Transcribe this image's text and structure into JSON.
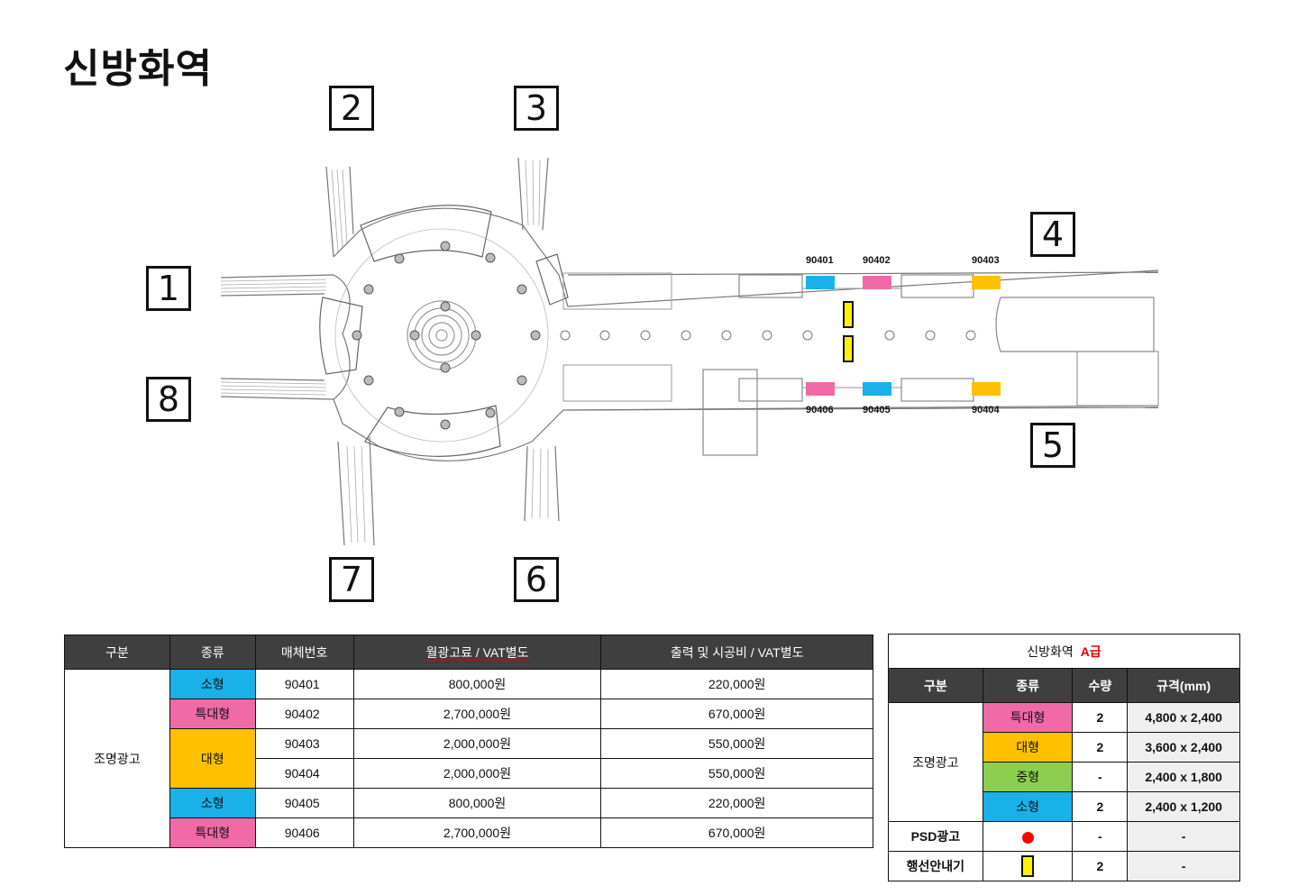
{
  "title": "신방화역",
  "exits": [
    "1",
    "2",
    "3",
    "4",
    "5",
    "6",
    "7",
    "8"
  ],
  "ad_codes": [
    "90401",
    "90402",
    "90403",
    "90404",
    "90405",
    "90406"
  ],
  "colors": {
    "small": "#1ab0e8",
    "xlarge": "#ef6aa7",
    "large": "#ffc000",
    "medium": "#8ccf4f",
    "psd": "#ff0000",
    "guide": "#fff200"
  },
  "table1": {
    "headers": [
      "구분",
      "종류",
      "매체번호",
      "월광고료 / VAT별도",
      "출력 및 시공비 / VAT별도"
    ],
    "category": "조명광고",
    "rows": [
      {
        "type": "소형",
        "code": "90401",
        "fee": "800,000원",
        "install": "220,000원"
      },
      {
        "type": "특대형",
        "code": "90402",
        "fee": "2,700,000원",
        "install": "670,000원"
      },
      {
        "type": "대형",
        "code": "90403",
        "fee": "2,000,000원",
        "install": "550,000원"
      },
      {
        "type": "",
        "code": "90404",
        "fee": "2,000,000원",
        "install": "550,000원"
      },
      {
        "type": "소형",
        "code": "90405",
        "fee": "800,000원",
        "install": "220,000원"
      },
      {
        "type": "특대형",
        "code": "90406",
        "fee": "2,700,000원",
        "install": "670,000원"
      }
    ]
  },
  "table2": {
    "station": "신방화역",
    "grade": "A급",
    "headers": [
      "구분",
      "종류",
      "수량",
      "규격(mm)"
    ],
    "category": "조명광고",
    "rows": [
      {
        "type": "특대형",
        "qty": "2",
        "size": "4,800 x 2,400"
      },
      {
        "type": "대형",
        "qty": "2",
        "size": "3,600 x 2,400"
      },
      {
        "type": "중형",
        "qty": "-",
        "size": "2,400 x 1,800"
      },
      {
        "type": "소형",
        "qty": "2",
        "size": "2,400 x 1,200"
      }
    ],
    "psd": {
      "label": "PSD광고",
      "qty": "-",
      "size": "-"
    },
    "guide": {
      "label": "행선안내기",
      "qty": "2",
      "size": "-"
    }
  }
}
